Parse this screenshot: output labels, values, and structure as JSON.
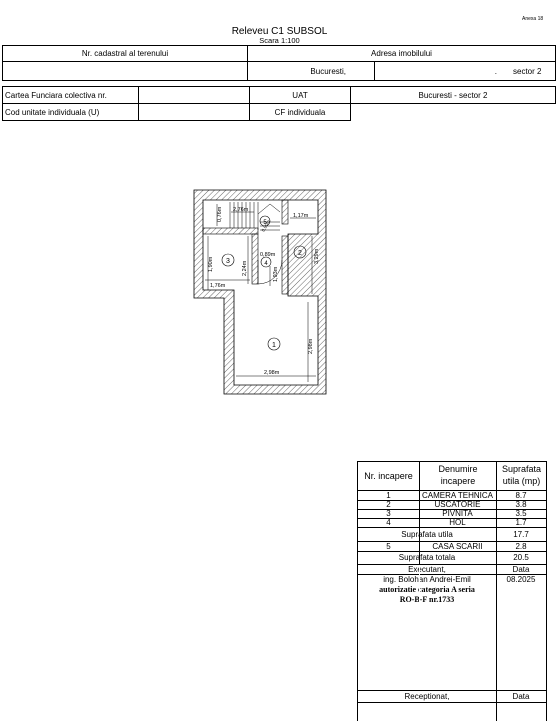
{
  "annex_label": "Anexa 18",
  "title": "Releveu C1 SUBSOL",
  "scale": "Scara 1:100",
  "header": {
    "cadastral_label": "Nr. cadastral al terenului",
    "address_label": "Adresa imobilului",
    "address_city": "Bucuresti,",
    "address_dot": ".",
    "address_sector": "sector 2",
    "cf_label": "Cartea Funciara colectiva nr.",
    "uat_label": "UAT",
    "uat_value": "Bucuresti - sector 2",
    "unit_label": "Cod unitate individuala (U)",
    "cf_individual_label": "CF individuala"
  },
  "plan": {
    "dims": {
      "d076": "0,76m",
      "d276": "2,76m",
      "d117": "1,17m",
      "d329": "3,29m",
      "d190": "1,90m",
      "d224": "2,24m",
      "d176": "1,76m",
      "d089": "0,89m",
      "d193": "1,93m",
      "d298v": "2,98m",
      "d298h": "2,98m",
      "d090": "0,90m"
    },
    "rooms": [
      "1",
      "2",
      "3",
      "4",
      "5"
    ]
  },
  "summary": {
    "col_nr": "Nr. incapere",
    "col_name_1": "Denumire",
    "col_name_2": "incapere",
    "col_area_1": "Suprafata",
    "col_area_2": "utila (mp)",
    "rooms": [
      {
        "nr": "1",
        "name": "CAMERA TEHNICA",
        "area": "8.7"
      },
      {
        "nr": "2",
        "name": "USCATORIE",
        "area": "3.8"
      },
      {
        "nr": "3",
        "name": "PIVNITA",
        "area": "3.5"
      },
      {
        "nr": "4",
        "name": "HOL",
        "area": "1.7"
      }
    ],
    "useful_label": "Suprafata utila",
    "useful_value": "17.7",
    "stair": {
      "nr": "5",
      "name": "CASA SCARII",
      "area": "2.8"
    },
    "total_label": "Suprafata totala",
    "total_value": "20.5",
    "executant_label": "Executant,",
    "date_label": "Data",
    "engineer": "ing. Bolohan Andrei-Emil",
    "auth_1": "autorizatie categoria A seria",
    "auth_2": "RO-B-F nr.1733",
    "date_value": "08.2025",
    "received_label": "Receptionat,",
    "received_date_label": "Data"
  }
}
